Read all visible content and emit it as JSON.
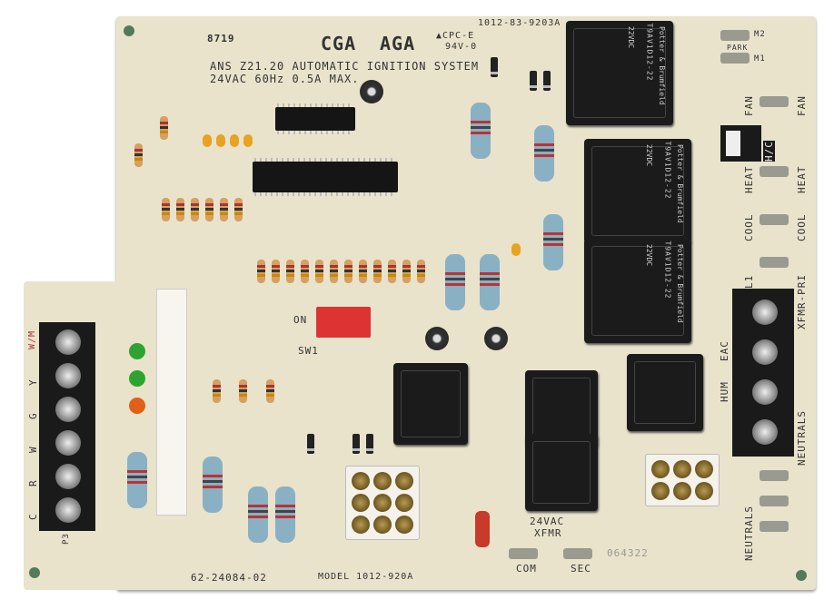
{
  "board": {
    "code_top_left": "8719",
    "part_number_top": "1012-83-9203A",
    "flame_rating": "▲CPC-E",
    "flame_rating_2": "94V-0",
    "standard_line1": "ANS Z21.20 AUTOMATIC IGNITION SYSTEM",
    "standard_line2": "24VAC 60Hz 0.5A MAX.",
    "logo_1": "CGA",
    "logo_2": "AGA",
    "board_number": "62-24084-02",
    "model": "MODEL 1012-920A",
    "transformer_label": "24VAC",
    "transformer_label_2": "XFMR",
    "com_label": "COM",
    "sec_label": "SEC",
    "date_code": "064322",
    "sw_label": "SW1",
    "on_label": "ON"
  },
  "left_terminal": {
    "labels": [
      "W/M",
      "Y",
      "G",
      "W",
      "R",
      "C"
    ],
    "id": "P3"
  },
  "right_labels": {
    "fan_left": "FAN",
    "fan_right": "FAN",
    "heat_left": "HEAT",
    "heat_right": "HEAT",
    "cool_left": "COOL",
    "cool_right": "COOL",
    "hc": "H/C",
    "park": "PARK",
    "m1": "M1",
    "m2": "M2",
    "l1": "L1",
    "xfmr_pri": "XFMR-PRI",
    "eac": "EAC",
    "hum": "HUM",
    "neutrals": "NEUTRALS"
  },
  "relays": [
    {
      "brand": "Potter & Brumfield",
      "model": "T9AV1D12-22",
      "voltage": "22VDC"
    },
    {
      "brand": "Potter & Brumfield",
      "model": "T9AV1D12-22",
      "voltage": "22VDC"
    },
    {
      "brand": "Potter & Brumfield",
      "model": "T9AV1D12-22",
      "voltage": "22VDC"
    }
  ],
  "led_colors": [
    "#2fa32f",
    "#2fa32f",
    "#e0601a"
  ]
}
